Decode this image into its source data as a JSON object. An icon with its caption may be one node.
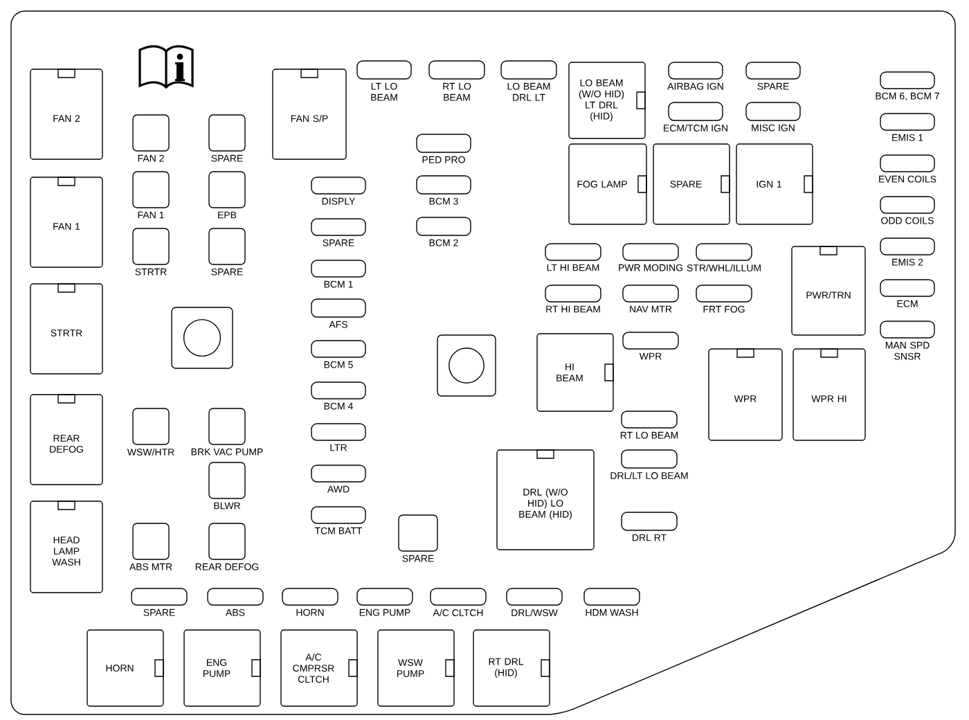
{
  "diagram": {
    "nodes": [
      {
        "text": [
          "FAN 2"
        ]
      },
      {
        "text": [
          "FAN 1"
        ]
      },
      {
        "text": [
          "STRTR"
        ]
      },
      {
        "text": [
          "REAR DEFOG"
        ]
      },
      {
        "text": [
          "HEAD LAMP WASH"
        ]
      },
      {
        "text": [
          "FAN 2"
        ]
      },
      {
        "text": [
          "SPARE"
        ]
      },
      {
        "text": [
          "FAN 1"
        ]
      },
      {
        "text": [
          "EPB"
        ]
      },
      {
        "text": [
          "STRTR"
        ]
      },
      {
        "text": [
          "SPARE"
        ]
      },
      {
        "text": [],
        "shape": "box"
      },
      {
        "text": [
          "WSW/HTR"
        ]
      },
      {
        "text": [
          "BRK VAC PUMP"
        ]
      },
      {
        "text": [
          "BLWR"
        ]
      },
      {
        "text": [
          "ABS MTR"
        ]
      },
      {
        "text": [
          "REAR DEFOG"
        ]
      },
      {
        "text": [
          "FAN S/P"
        ]
      },
      {
        "text": [
          "LT LO BEAM"
        ]
      },
      {
        "text": [
          "RT LO BEAM"
        ]
      },
      {
        "text": [
          "LO BEAM DRL LT"
        ]
      },
      {
        "text": [
          "PED PRO"
        ]
      },
      {
        "text": [
          "BCM 3"
        ]
      },
      {
        "text": [
          "BCM 2"
        ]
      },
      {
        "text": [
          "DISPLY"
        ]
      },
      {
        "text": [
          "SPARE"
        ]
      },
      {
        "text": [
          "BCM 1"
        ]
      },
      {
        "text": [
          "AFS"
        ]
      },
      {
        "text": [
          "BCM 5"
        ]
      },
      {
        "text": [
          "BCM 4"
        ]
      },
      {
        "text": [
          "LTR"
        ]
      },
      {
        "text": [
          "AWD"
        ]
      },
      {
        "text": [
          "TCM BATT"
        ]
      },
      {
        "text": [],
        "shape": "box"
      },
      {
        "text": [
          "SPARE"
        ]
      },
      {
        "text": [
          "LO BEAM (W/O HID) LT DRL (HID)"
        ]
      },
      {
        "text": [
          "AIRBAG IGN"
        ]
      },
      {
        "text": [
          "SPARE"
        ]
      },
      {
        "text": [
          "ECM/TCM IGN"
        ]
      },
      {
        "text": [
          "MISC IGN"
        ]
      },
      {
        "text": [
          "FOG LAMP"
        ]
      },
      {
        "text": [
          "SPARE"
        ]
      },
      {
        "text": [
          "IGN 1"
        ]
      },
      {
        "text": [
          "BCM 6, BCM 7"
        ]
      },
      {
        "text": [
          "EMIS 1"
        ]
      },
      {
        "text": [
          "EVEN COILS"
        ]
      },
      {
        "text": [
          "ODD COILS"
        ]
      },
      {
        "text": [
          "EMIS 2"
        ]
      },
      {
        "text": [
          "ECM"
        ]
      },
      {
        "text": [
          "MAN SPD SNSR"
        ]
      },
      {
        "text": [
          "LT HI BEAM"
        ]
      },
      {
        "text": [
          "PWR MODING"
        ]
      },
      {
        "text": [
          "STR/WHL/ILLUM"
        ]
      },
      {
        "text": [
          "RT HI BEAM"
        ]
      },
      {
        "text": [
          "NAV MTR"
        ]
      },
      {
        "text": [
          "FRT FOG"
        ]
      },
      {
        "text": [
          "WPR"
        ]
      },
      {
        "text": [
          "PWR/TRN"
        ]
      },
      {
        "text": [
          "HI BEAM"
        ]
      },
      {
        "text": [
          "WPR"
        ]
      },
      {
        "text": [
          "WPR HI"
        ]
      },
      {
        "text": [
          "RT LO BEAM"
        ]
      },
      {
        "text": [
          "DRL (W/O HID) LO BEAM (HID)"
        ]
      },
      {
        "text": [
          "DRL/LT LO BEAM"
        ]
      },
      {
        "text": [
          "DRL RT"
        ]
      },
      {
        "text": [
          "SPARE"
        ]
      },
      {
        "text": [
          "ABS"
        ]
      },
      {
        "text": [
          "HORN"
        ]
      },
      {
        "text": [
          "ENG PUMP"
        ]
      },
      {
        "text": [
          "A/C CLTCH"
        ]
      },
      {
        "text": [
          "DRL/WSW"
        ]
      },
      {
        "text": [
          "HDM WASH"
        ]
      },
      {
        "text": [
          "HORN"
        ]
      },
      {
        "text": [
          "ENG PUMP"
        ]
      },
      {
        "text": [
          "A/C CMPRSR CLTCH"
        ]
      },
      {
        "text": [
          "WSW PUMP"
        ]
      },
      {
        "text": [
          "RT DRL (HID)"
        ]
      }
    ]
  }
}
